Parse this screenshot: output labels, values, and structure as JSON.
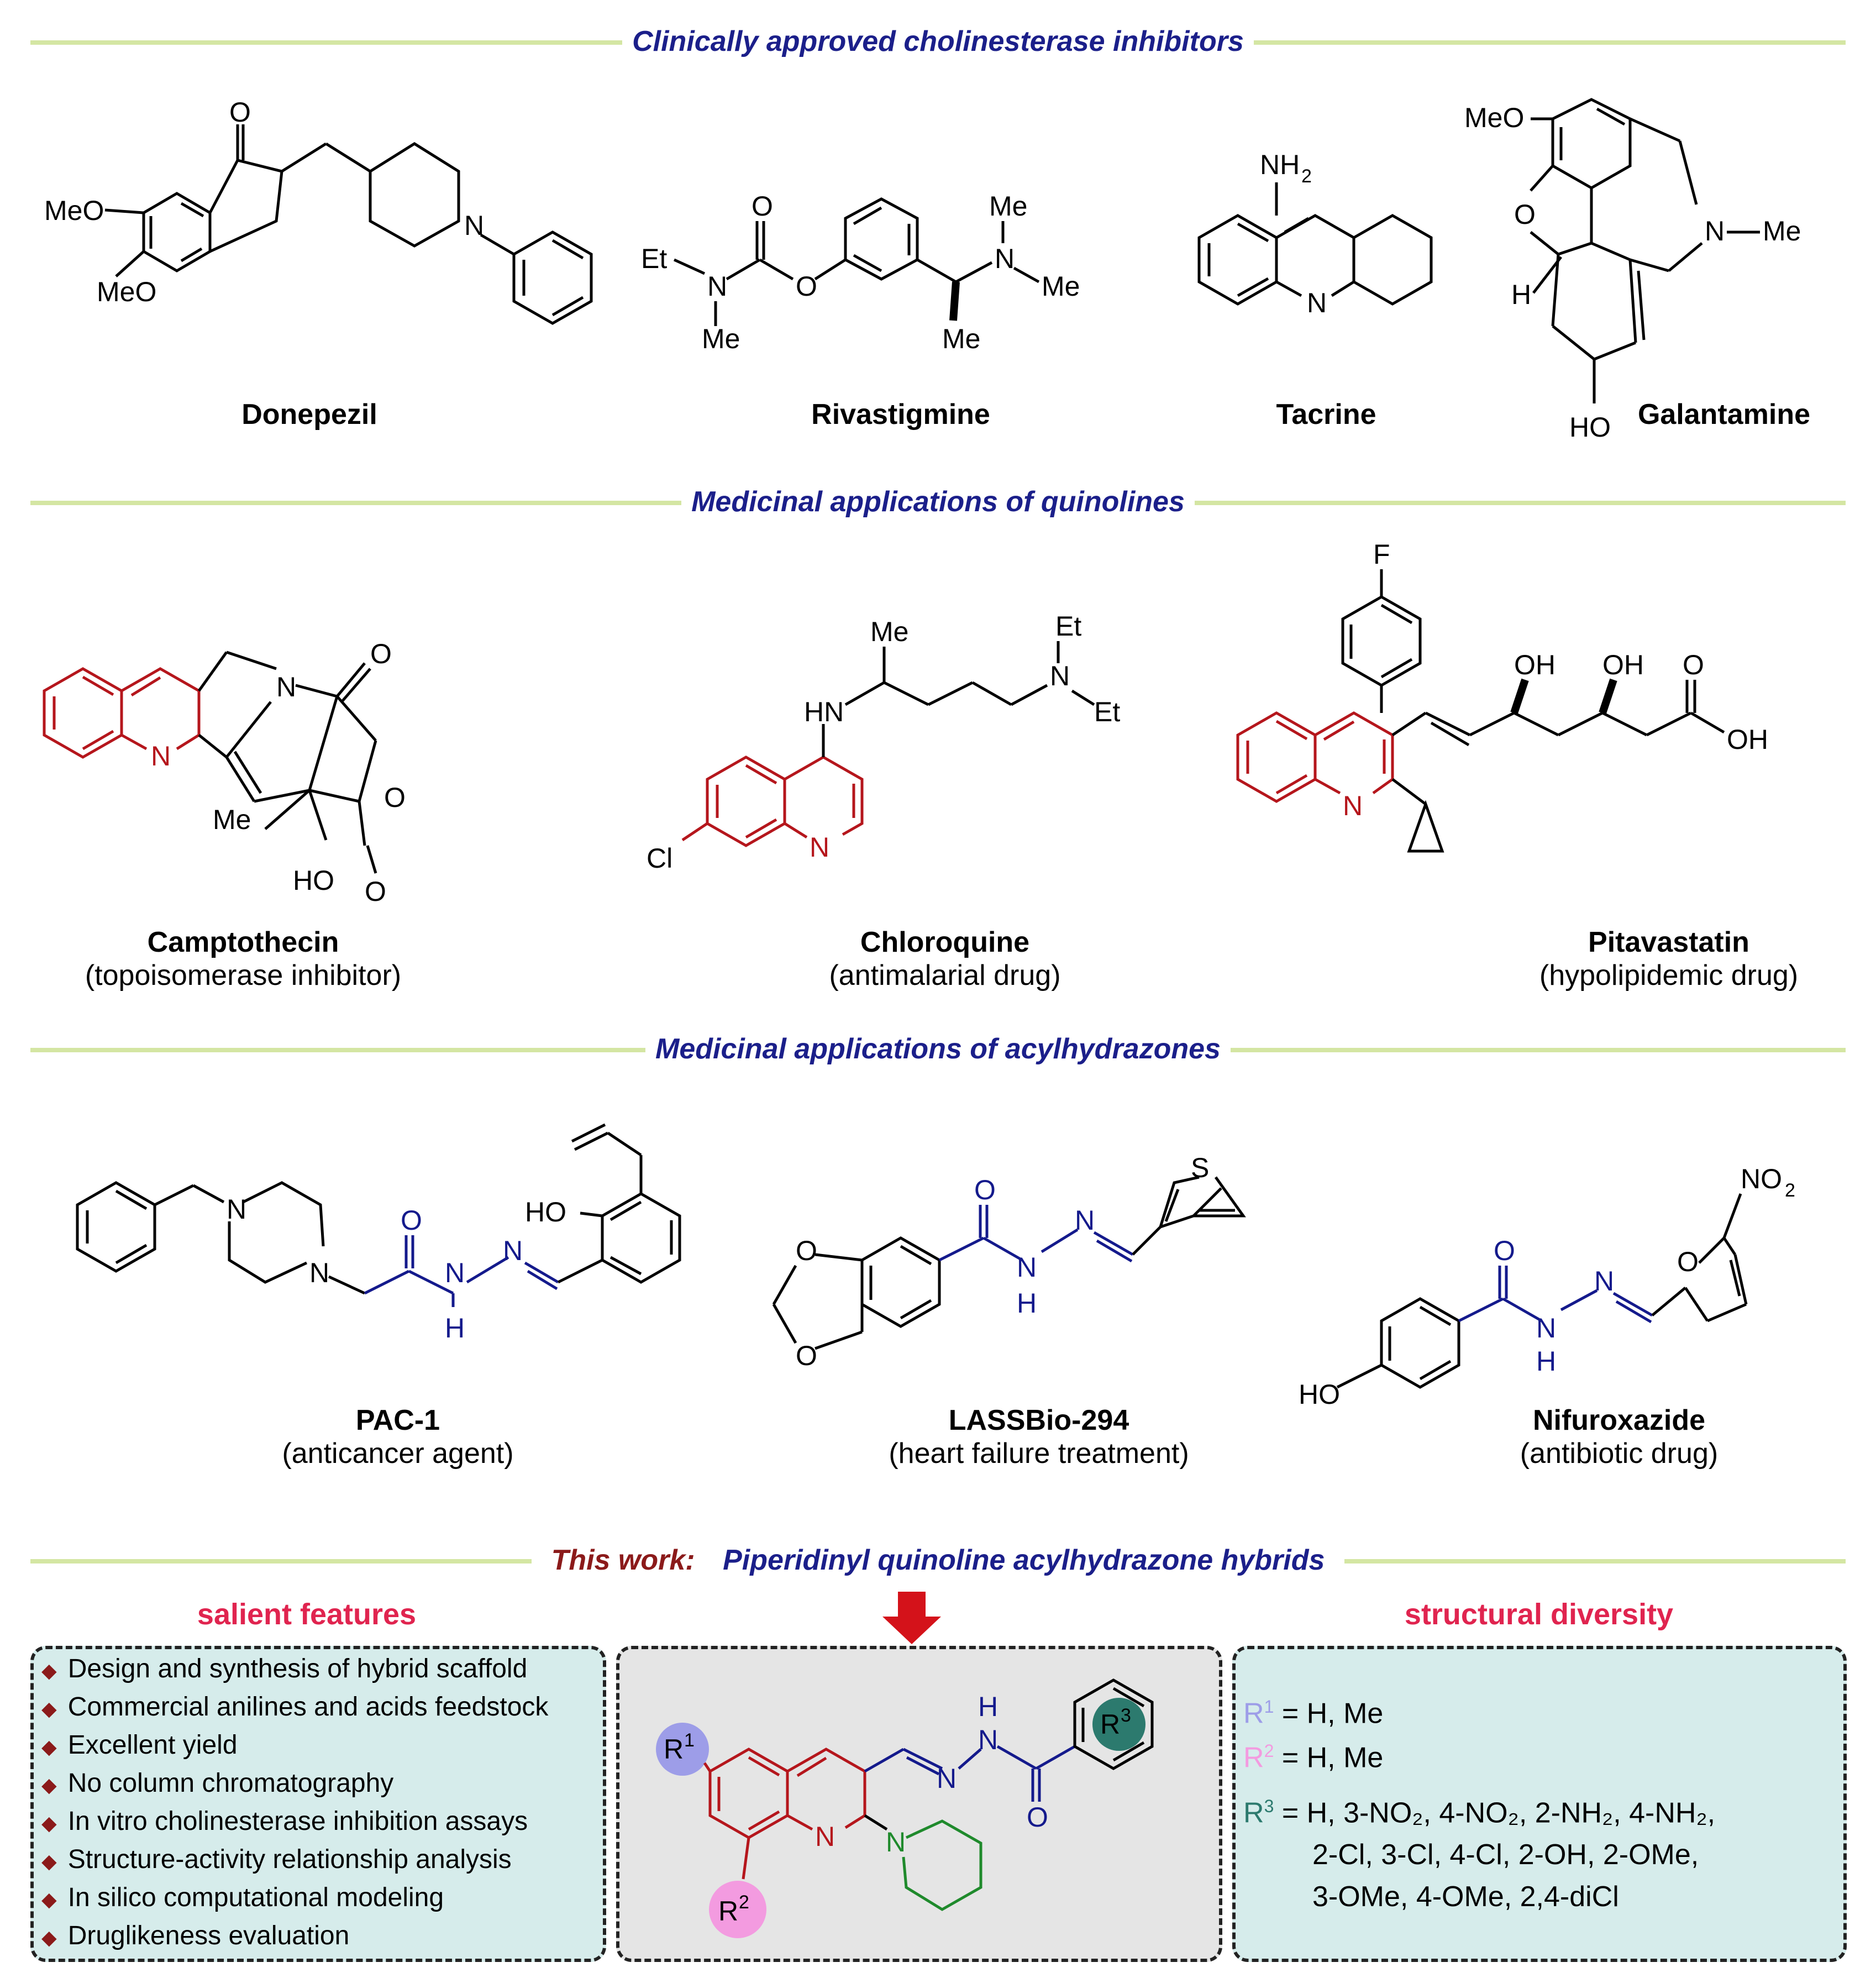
{
  "headers": {
    "h1": "Clinically approved cholinesterase inhibitors",
    "h2": "Medicinal applications of quinolines",
    "h3": "Medicinal applications of acylhydrazones",
    "h4_prefix": "This work:",
    "h4_rest": "Piperidinyl quinoline acylhydrazone hybrids"
  },
  "drugs": {
    "donepezil": "Donepezil",
    "rivastigmine": "Rivastigmine",
    "tacrine": "Tacrine",
    "galantamine": "Galantamine",
    "camptothecin": "Camptothecin",
    "camptothecin_desc": "(topoisomerase inhibitor)",
    "chloroquine": "Chloroquine",
    "chloroquine_desc": "(antimalarial drug)",
    "pitavastatin": "Pitavastatin",
    "pitavastatin_desc": "(hypolipidemic drug)",
    "pac1": "PAC-1",
    "pac1_desc": "(anticancer agent)",
    "lassbio": "LASSBio-294",
    "lassbio_desc": "(heart failure treatment)",
    "nifuroxazide": "Nifuroxazide",
    "nifuroxazide_desc": "(antibiotic drug)"
  },
  "atoms": {
    "O": "O",
    "N": "N",
    "H": "H",
    "F": "F",
    "S": "S",
    "HN": "HN",
    "Cl": "Cl",
    "MeO": "MeO",
    "Me": "Me",
    "Et": "Et",
    "HO": "HO",
    "OH": "OH",
    "NH2": "NH",
    "sub2": "2",
    "NO2": "NO",
    "R": "R",
    "sup1": "1",
    "sup2": "2",
    "sup3": "3"
  },
  "features": {
    "title": "salient features",
    "items": [
      "Design and synthesis of hybrid scaffold",
      "Commercial anilines and acids feedstock",
      "Excellent yield",
      "No column chromatography",
      "In vitro cholinesterase inhibition assays",
      "Structure-activity relationship analysis",
      "In silico computational modeling",
      "Druglikeness evaluation"
    ]
  },
  "diversity": {
    "title": "structural diversity",
    "r1_values": "= H, Me",
    "r2_values": "= H, Me",
    "r3_line1": "= H, 3-NO₂, 4-NO₂, 2-NH₂, 4-NH₂,",
    "r3_line2": "2-Cl, 3-Cl, 4-Cl, 2-OH, 2-OMe,",
    "r3_line3": "3-OMe, 4-OMe, 2,4-diCl"
  },
  "colors": {
    "header_text": "#1b1f8a",
    "header_line": "#d4e6a3",
    "quinoline": "#b5161c",
    "hydrazone": "#141a8c",
    "piperidine": "#1f8a2c",
    "feature_title": "#e0244f",
    "box_teal": "#d6eceb",
    "box_gray": "#e5e5e5",
    "r1": "#9d9de8",
    "r2": "#f39be0",
    "r3": "#2c7a6e"
  }
}
